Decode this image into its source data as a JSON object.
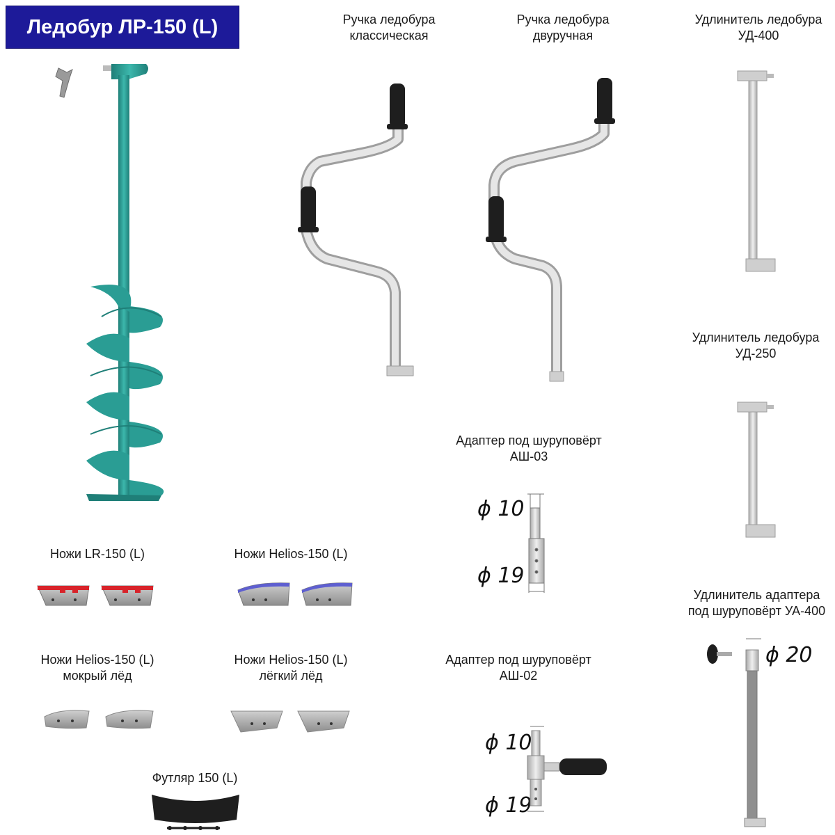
{
  "title": "Ледобур ЛР-150 (L)",
  "colors": {
    "title_bg": "#1d1a99",
    "auger": "#2a9d94",
    "steel": "#d7d7d7",
    "grip": "#222222",
    "blade_red": "#d8232a",
    "blade_blue": "#5e5fd0"
  },
  "items": {
    "handle_classic": {
      "line1": "Ручка ледобура",
      "line2": "классическая"
    },
    "handle_two": {
      "line1": "Ручка ледобура",
      "line2": "двуручная"
    },
    "ext_400": {
      "line1": "Удлинитель ледобура",
      "line2": "УД-400"
    },
    "ext_250": {
      "line1": "Удлинитель ледобура",
      "line2": "УД-250"
    },
    "adapter_03": {
      "line1": "Адаптер под шуруповёрт",
      "line2": "АШ-03"
    },
    "adapter_02": {
      "line1": "Адаптер под шуруповёрт",
      "line2": "АШ-02"
    },
    "adapter_ext": {
      "line1": "Удлинитель адаптера",
      "line2": "под шуруповёрт УА-400"
    },
    "knives_lr": {
      "line1": "Ножи LR-150 (L)"
    },
    "knives_helios": {
      "line1": "Ножи Helios-150 (L)"
    },
    "knives_wet": {
      "line1": "Ножи Helios-150 (L)",
      "line2": "мокрый лёд"
    },
    "knives_light": {
      "line1": "Ножи Helios-150 (L)",
      "line2": "лёгкий лёд"
    },
    "case": {
      "line1": "Футляр 150 (L)"
    }
  },
  "dimensions": {
    "a03_top": "ϕ 10",
    "a03_bottom": "ϕ 19",
    "a02_top": "ϕ 10",
    "a02_bottom": "ϕ 19",
    "ua_top": "ϕ 20"
  }
}
